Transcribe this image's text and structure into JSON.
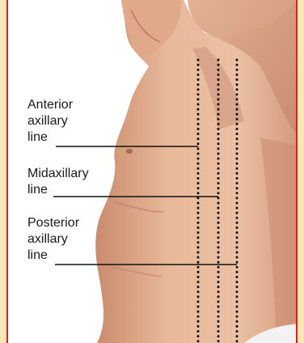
{
  "labels": {
    "anterior": [
      "Anterior",
      "axillary",
      "line"
    ],
    "mid": [
      "Midaxillary",
      "line"
    ],
    "posterior": [
      "Posterior",
      "axillary",
      "line"
    ]
  },
  "colors": {
    "background": "#fbe7b4",
    "border": "#e31b23",
    "skin": "#e7b596",
    "skin_shadow": "#c9886a",
    "dots": "#111111"
  }
}
